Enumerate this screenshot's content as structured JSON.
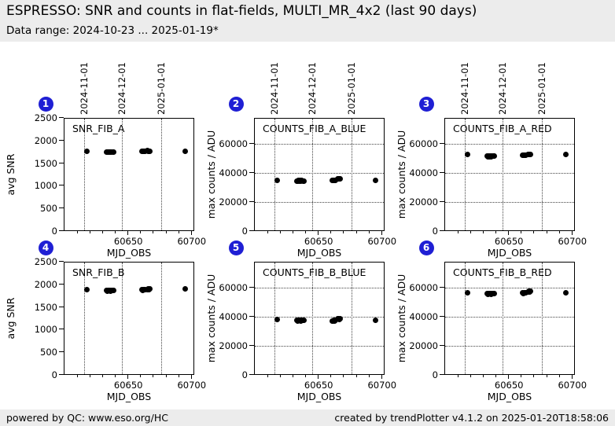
{
  "header": {
    "title": "ESPRESSO: SNR and counts in flat-fields, MULTI_MR_4x2 (last 90 days)",
    "subtitle": "Data range: 2024-10-23 ... 2025-01-19*"
  },
  "footer": {
    "left": "powered by QC: www.eso.org/HC",
    "right": "created by trendPlotter v4.1.2 on 2025-01-20T18:58:06"
  },
  "colors": {
    "band_bg": "#ececec",
    "badge_blue": "#1f1fd4",
    "marker": "#000000",
    "gridline": "#444444"
  },
  "chart_data": {
    "type": "scatter",
    "layout": "2 rows x 3 cols",
    "shared": {
      "xlabel": "MJD_OBS",
      "xlim": [
        60599,
        60702
      ],
      "xticks_major": [
        60650,
        60700
      ],
      "xticks_minor": [
        60610,
        60620,
        60630,
        60640,
        60660,
        60670,
        60680,
        60690
      ],
      "date_lines": [
        {
          "label": "2024-11-01",
          "mjd": 60615
        },
        {
          "label": "2024-12-01",
          "mjd": 60645
        },
        {
          "label": "2025-01-01",
          "mjd": 60676
        }
      ]
    },
    "plots": [
      {
        "num": "1",
        "title": "SNR_FIB_A",
        "ylabel": "avg SNR",
        "ylim": [
          0,
          2500
        ],
        "yticks": [
          0,
          500,
          1000,
          1500,
          2000,
          2500
        ],
        "ygrid": false,
        "points": [
          [
            60616.5,
            1785
          ],
          [
            60632.0,
            1762
          ],
          [
            60632.7,
            1756
          ],
          [
            60633.4,
            1765
          ],
          [
            60634.1,
            1758
          ],
          [
            60634.8,
            1761
          ],
          [
            60635.5,
            1755
          ],
          [
            60636.2,
            1763
          ],
          [
            60637.0,
            1757
          ],
          [
            60637.8,
            1760
          ],
          [
            60660.0,
            1778
          ],
          [
            60660.7,
            1772
          ],
          [
            60661.4,
            1780
          ],
          [
            60662.1,
            1775
          ],
          [
            60662.8,
            1782
          ],
          [
            60664.3,
            1790
          ],
          [
            60665.0,
            1783
          ],
          [
            60665.7,
            1788
          ],
          [
            60666.4,
            1780
          ],
          [
            60694.5,
            1782
          ]
        ]
      },
      {
        "num": "2",
        "title": "COUNTS_FIB_A_BLUE",
        "ylabel": "max counts / ADU",
        "ylim": [
          0,
          78000
        ],
        "yticks": [
          0,
          20000,
          40000,
          60000
        ],
        "ygrid": true,
        "points": [
          [
            60616.5,
            35700
          ],
          [
            60632.0,
            35200
          ],
          [
            60632.7,
            35050
          ],
          [
            60633.4,
            35300
          ],
          [
            60634.1,
            35100
          ],
          [
            60634.8,
            35250
          ],
          [
            60635.5,
            35000
          ],
          [
            60636.2,
            35350
          ],
          [
            60637.0,
            35150
          ],
          [
            60637.8,
            35200
          ],
          [
            60660.0,
            35500
          ],
          [
            60660.7,
            35300
          ],
          [
            60661.4,
            35650
          ],
          [
            60662.1,
            35400
          ],
          [
            60662.8,
            35550
          ],
          [
            60664.3,
            36400
          ],
          [
            60665.0,
            36550
          ],
          [
            60665.7,
            36300
          ],
          [
            60666.4,
            36450
          ],
          [
            60694.5,
            35700
          ]
        ]
      },
      {
        "num": "3",
        "title": "COUNTS_FIB_A_RED",
        "ylabel": "max counts / ADU",
        "ylim": [
          0,
          78000
        ],
        "yticks": [
          0,
          20000,
          40000,
          60000
        ],
        "ygrid": true,
        "points": [
          [
            60616.5,
            53200
          ],
          [
            60632.0,
            52100
          ],
          [
            60632.7,
            51900
          ],
          [
            60633.4,
            52200
          ],
          [
            60634.1,
            52000
          ],
          [
            60634.8,
            52150
          ],
          [
            60635.5,
            51850
          ],
          [
            60636.2,
            52250
          ],
          [
            60637.0,
            52050
          ],
          [
            60637.8,
            52100
          ],
          [
            60660.0,
            52900
          ],
          [
            60660.7,
            52700
          ],
          [
            60661.4,
            53000
          ],
          [
            60662.1,
            52800
          ],
          [
            60662.8,
            52950
          ],
          [
            60664.3,
            53450
          ],
          [
            60665.0,
            53600
          ],
          [
            60665.7,
            53350
          ],
          [
            60666.4,
            53500
          ],
          [
            60694.5,
            53250
          ]
        ]
      },
      {
        "num": "4",
        "title": "SNR_FIB_B",
        "ylabel": "avg SNR",
        "ylim": [
          0,
          2500
        ],
        "yticks": [
          0,
          500,
          1000,
          1500,
          2000,
          2500
        ],
        "ygrid": false,
        "points": [
          [
            60616.5,
            1902
          ],
          [
            60632.0,
            1880
          ],
          [
            60632.7,
            1872
          ],
          [
            60633.4,
            1885
          ],
          [
            60634.1,
            1876
          ],
          [
            60634.8,
            1882
          ],
          [
            60635.5,
            1870
          ],
          [
            60636.2,
            1886
          ],
          [
            60637.0,
            1878
          ],
          [
            60637.8,
            1881
          ],
          [
            60660.0,
            1896
          ],
          [
            60660.7,
            1890
          ],
          [
            60661.4,
            1900
          ],
          [
            60662.1,
            1893
          ],
          [
            60662.8,
            1898
          ],
          [
            60664.3,
            1908
          ],
          [
            60665.0,
            1914
          ],
          [
            60665.7,
            1905
          ],
          [
            60666.4,
            1910
          ],
          [
            60694.5,
            1912
          ]
        ]
      },
      {
        "num": "5",
        "title": "COUNTS_FIB_B_BLUE",
        "ylabel": "max counts / ADU",
        "ylim": [
          0,
          78000
        ],
        "yticks": [
          0,
          20000,
          40000,
          60000
        ],
        "ygrid": true,
        "points": [
          [
            60616.5,
            38750
          ],
          [
            60632.0,
            38050
          ],
          [
            60632.7,
            37900
          ],
          [
            60633.4,
            38150
          ],
          [
            60634.1,
            37950
          ],
          [
            60634.8,
            38100
          ],
          [
            60635.5,
            37850
          ],
          [
            60636.2,
            38200
          ],
          [
            60637.0,
            38000
          ],
          [
            60637.8,
            38100
          ],
          [
            60660.0,
            37900
          ],
          [
            60660.7,
            37750
          ],
          [
            60661.4,
            38050
          ],
          [
            60662.1,
            37850
          ],
          [
            60662.8,
            38000
          ],
          [
            60664.3,
            39050
          ],
          [
            60665.0,
            39250
          ],
          [
            60665.7,
            38950
          ],
          [
            60666.4,
            39150
          ],
          [
            60694.5,
            38250
          ]
        ]
      },
      {
        "num": "6",
        "title": "COUNTS_FIB_B_RED",
        "ylabel": "max counts / ADU",
        "ylim": [
          0,
          78000
        ],
        "yticks": [
          0,
          20000,
          40000,
          60000
        ],
        "ygrid": true,
        "points": [
          [
            60616.5,
            57300
          ],
          [
            60632.0,
            56450
          ],
          [
            60632.7,
            56300
          ],
          [
            60633.4,
            56550
          ],
          [
            60634.1,
            56350
          ],
          [
            60634.8,
            56500
          ],
          [
            60635.5,
            56250
          ],
          [
            60636.2,
            56600
          ],
          [
            60637.0,
            56400
          ],
          [
            60637.8,
            56500
          ],
          [
            60660.0,
            57000
          ],
          [
            60660.7,
            56850
          ],
          [
            60661.4,
            57150
          ],
          [
            60662.1,
            56950
          ],
          [
            60662.8,
            57100
          ],
          [
            60664.3,
            57900
          ],
          [
            60665.0,
            58150
          ],
          [
            60665.7,
            57800
          ],
          [
            60666.4,
            58000
          ],
          [
            60694.5,
            57350
          ]
        ]
      }
    ]
  }
}
